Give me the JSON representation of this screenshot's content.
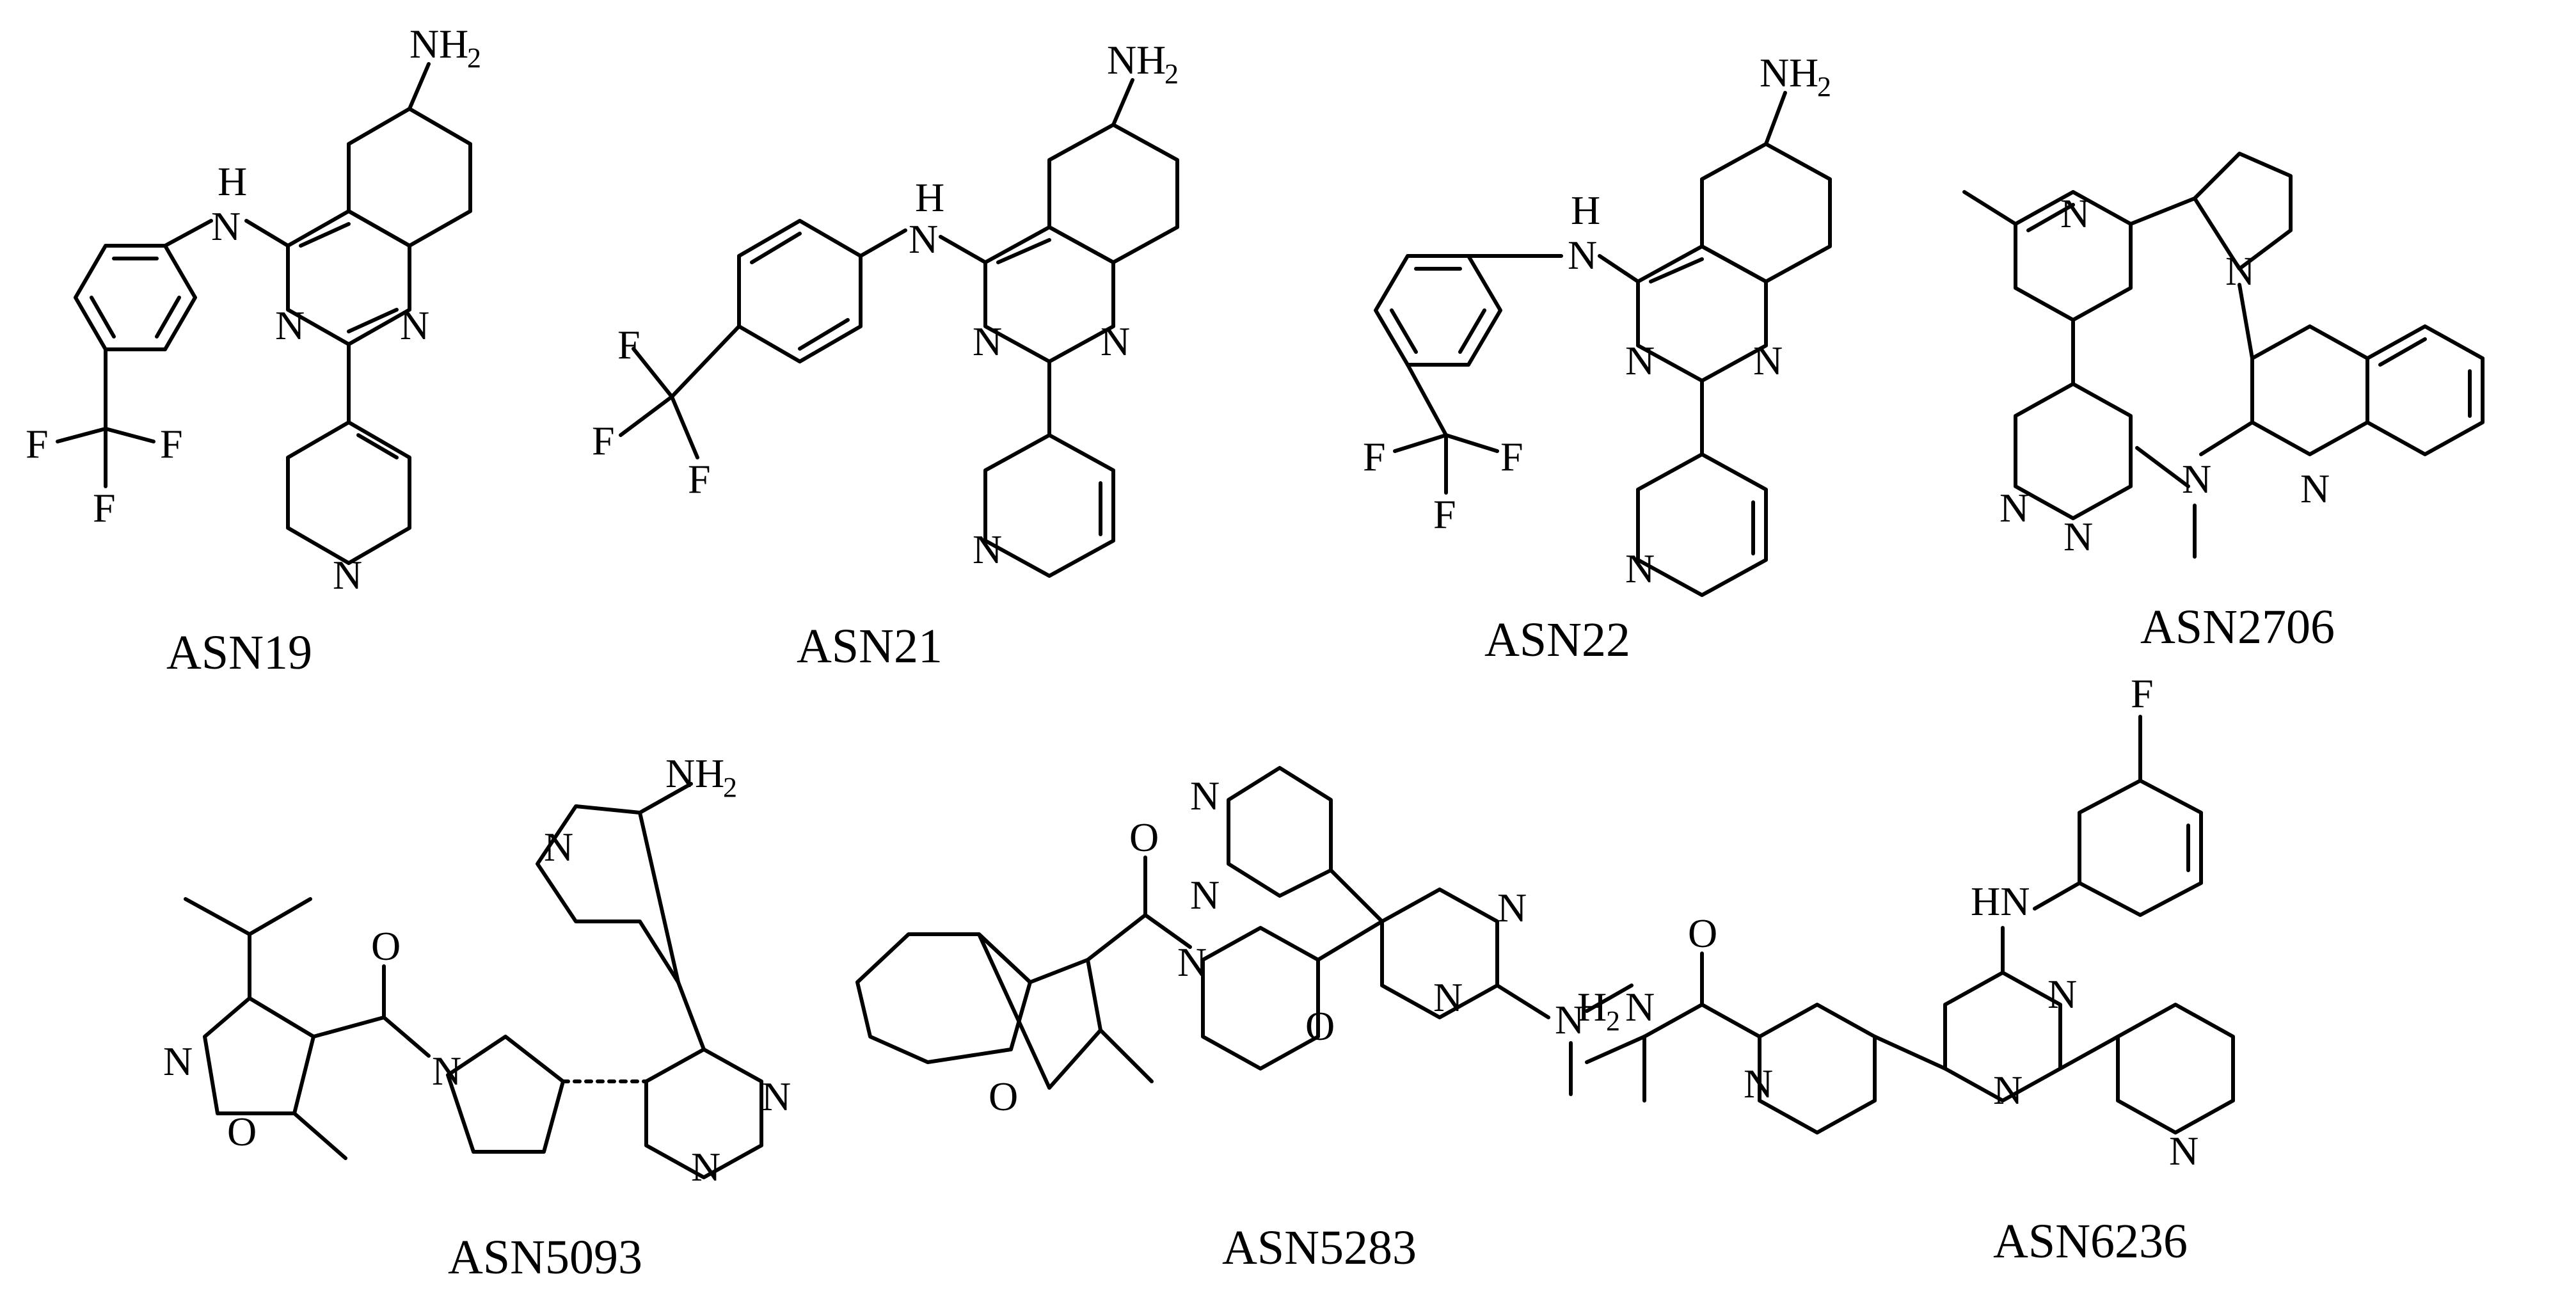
{
  "compounds": [
    {
      "id": "asn19",
      "name": "ASN19"
    },
    {
      "id": "asn21",
      "name": "ASN21"
    },
    {
      "id": "asn22",
      "name": "ASN22"
    },
    {
      "id": "asn2706",
      "name": "ASN2706"
    },
    {
      "id": "asn5093",
      "name": "ASN5093"
    },
    {
      "id": "asn5283",
      "name": "ASN5283"
    },
    {
      "id": "asn6236",
      "name": "ASN6236"
    }
  ],
  "atoms": {
    "N": "N",
    "H": "H",
    "F": "F",
    "O": "O",
    "NH": "NH",
    "HN": "HN",
    "NH2": "NH",
    "H2N": "H",
    "two": "2"
  }
}
